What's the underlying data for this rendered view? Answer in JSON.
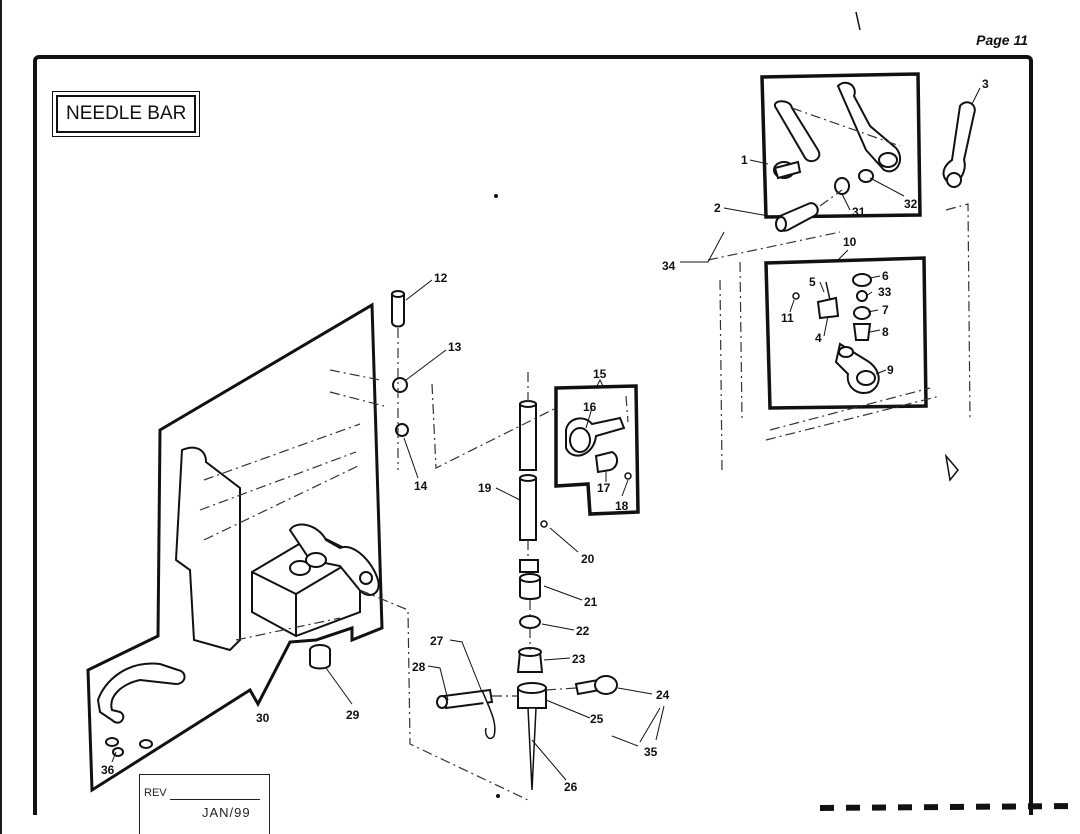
{
  "page": {
    "label": "Page 11"
  },
  "diagram": {
    "title": "NEEDLE BAR",
    "callouts": [
      "1",
      "2",
      "3",
      "4",
      "5",
      "6",
      "7",
      "8",
      "9",
      "10",
      "11",
      "12",
      "13",
      "14",
      "15",
      "16",
      "17",
      "18",
      "19",
      "20",
      "21",
      "22",
      "23",
      "24",
      "25",
      "26",
      "27",
      "28",
      "29",
      "30",
      "31",
      "32",
      "33",
      "34",
      "35",
      "36"
    ]
  },
  "revision_block": {
    "rev_label": "REV",
    "date": "JAN/99"
  }
}
